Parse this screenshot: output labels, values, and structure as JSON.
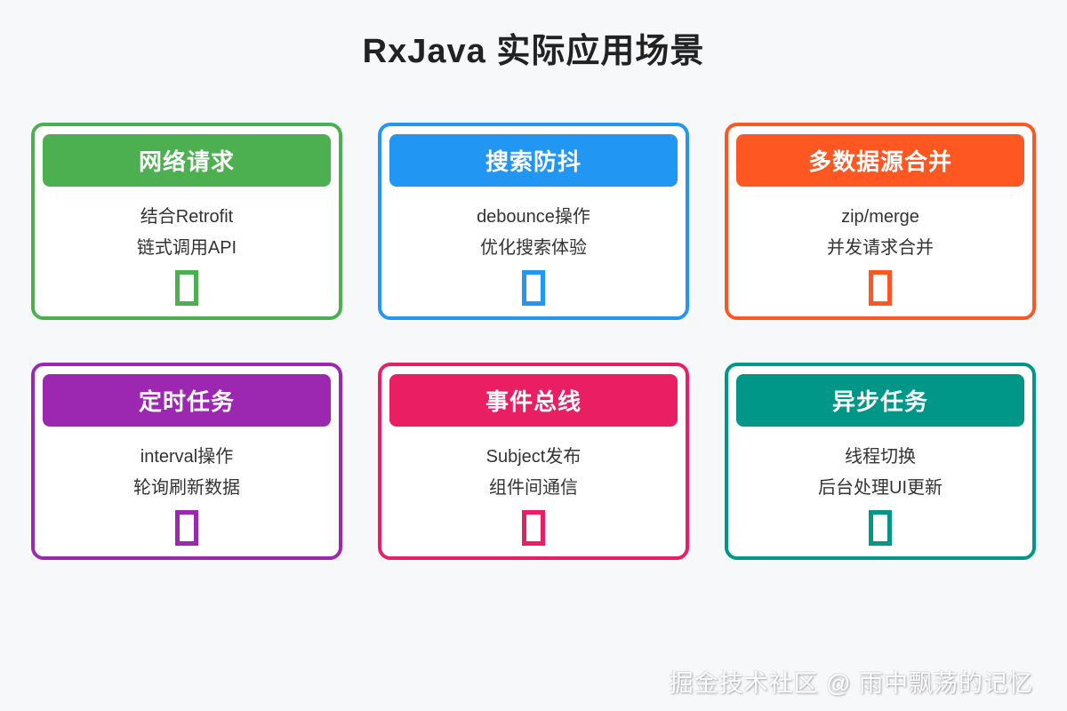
{
  "title": "RxJava 实际应用场景",
  "watermark": "掘金技术社区 @ 雨中飘荡的记忆",
  "cards": [
    {
      "title": "网络请求",
      "lines": [
        "结合Retrofit",
        "链式调用API"
      ],
      "color": "#4caf50",
      "icon": "missing-glyph-box"
    },
    {
      "title": "搜索防抖",
      "lines": [
        "debounce操作",
        "优化搜索体验"
      ],
      "color": "#2196f3",
      "icon": "missing-glyph-box"
    },
    {
      "title": "多数据源合并",
      "lines": [
        "zip/merge",
        "并发请求合并"
      ],
      "color": "#ff5722",
      "icon": "missing-glyph-box"
    },
    {
      "title": "定时任务",
      "lines": [
        "interval操作",
        "轮询刷新数据"
      ],
      "color": "#9c27b0",
      "icon": "missing-glyph-box"
    },
    {
      "title": "事件总线",
      "lines": [
        "Subject发布",
        "组件间通信"
      ],
      "color": "#e91e63",
      "icon": "missing-glyph-box"
    },
    {
      "title": "异步任务",
      "lines": [
        "线程切换",
        "后台处理UI更新"
      ],
      "color": "#009688",
      "icon": "missing-glyph-box"
    }
  ]
}
